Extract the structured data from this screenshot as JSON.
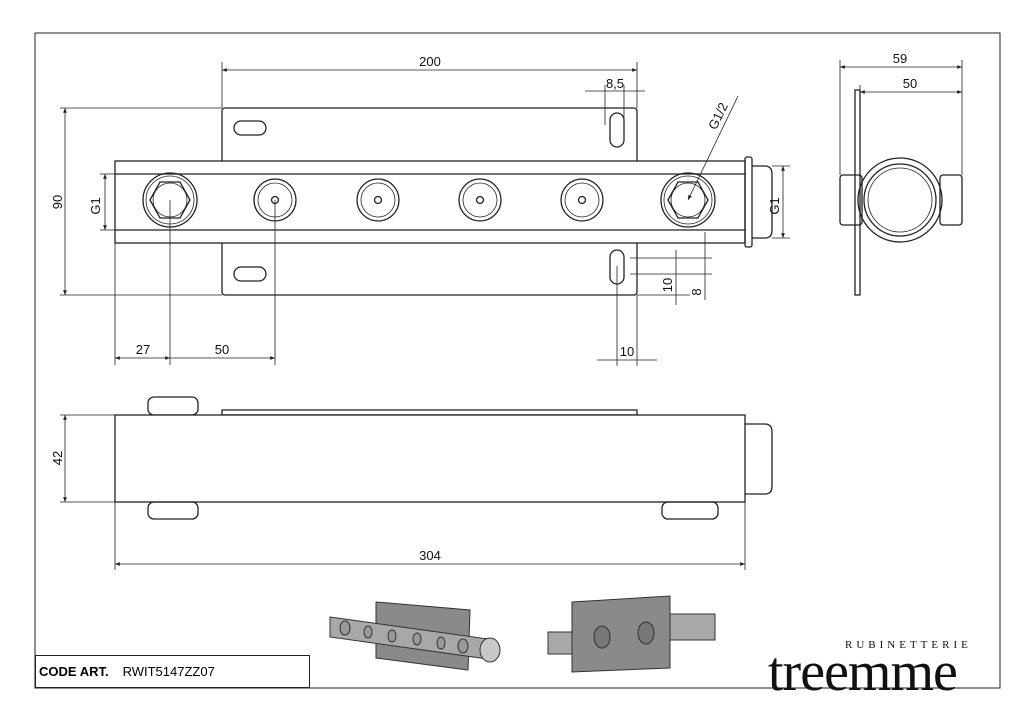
{
  "dimensions": {
    "width_plate": "200",
    "slot_width": "8,5",
    "height_plate": "90",
    "thread_left": "G1",
    "thread_right": "G1",
    "outlet_thread": "G1/2",
    "offset_first": "27",
    "spacing": "50",
    "slot_offset_x": "10",
    "slot_offset_y": "10",
    "slot_edge": "8",
    "depth_total": "59",
    "depth_body": "50",
    "body_height": "42",
    "total_length": "304"
  },
  "title_block": {
    "code_label": "CODE ART.",
    "code_value": "RWIT5147ZZ07"
  },
  "brand": {
    "subtitle": "RUBINETTERIE",
    "name": "treemme"
  }
}
